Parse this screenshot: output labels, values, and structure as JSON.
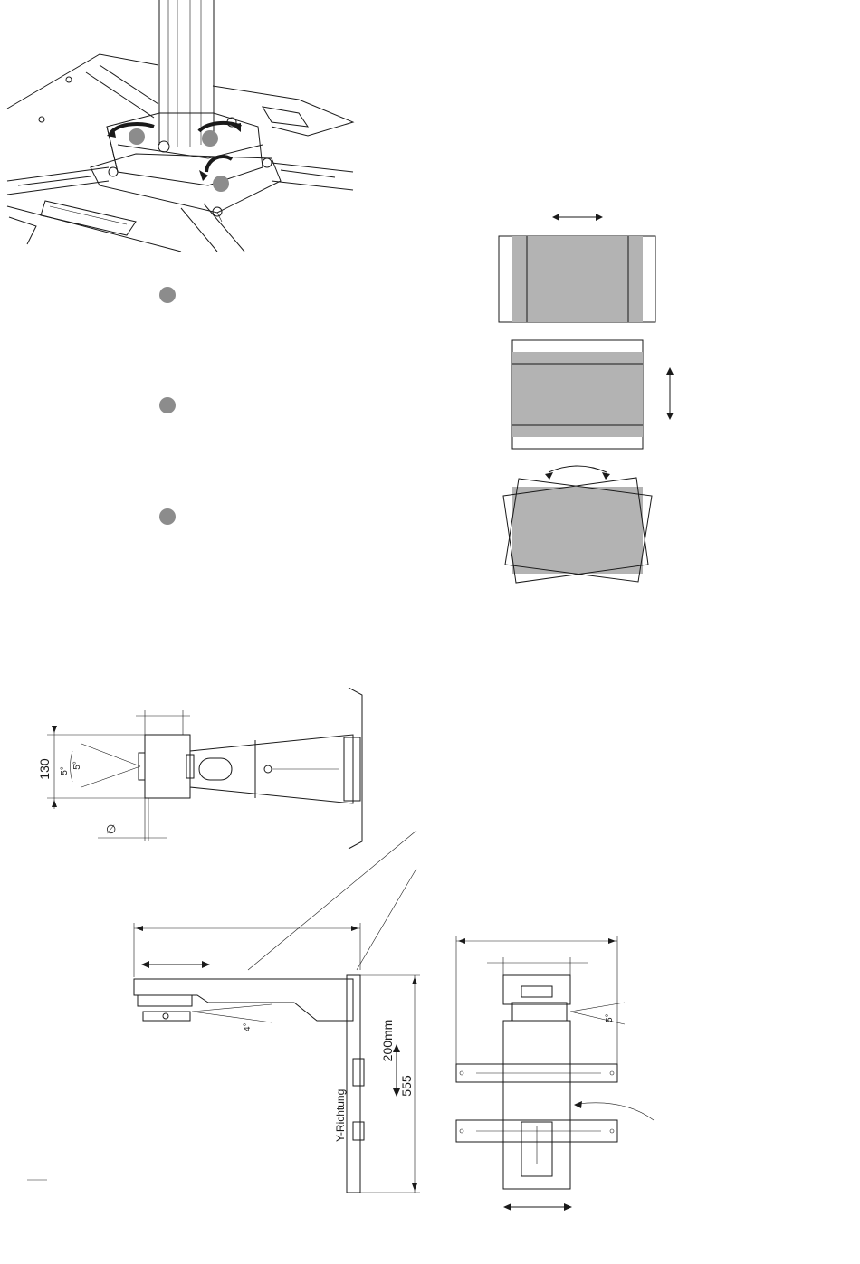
{
  "colors": {
    "line": "#1a1a1a",
    "screen_gray": "#b3b3b3",
    "step_dot": "#8c8c8c"
  },
  "icons": {
    "rotate_arrow": "curved-arrow-icon",
    "double_arrow": "double-arrow-icon",
    "step_marker": "gray-circle-icon",
    "diameter_symbol": "diameter-icon"
  },
  "dimensions": {
    "plate_height": "130",
    "tilt_angle": "5°",
    "tilt_angle_b": "5°",
    "diameter": "∅",
    "y_travel": "200mm",
    "total_height": "555",
    "y_direction": "Y-Richtung",
    "side_angle": "4°",
    "front_angle": "5°"
  },
  "step_markers": [
    {
      "id": "1"
    },
    {
      "id": "2"
    },
    {
      "id": "3"
    }
  ]
}
